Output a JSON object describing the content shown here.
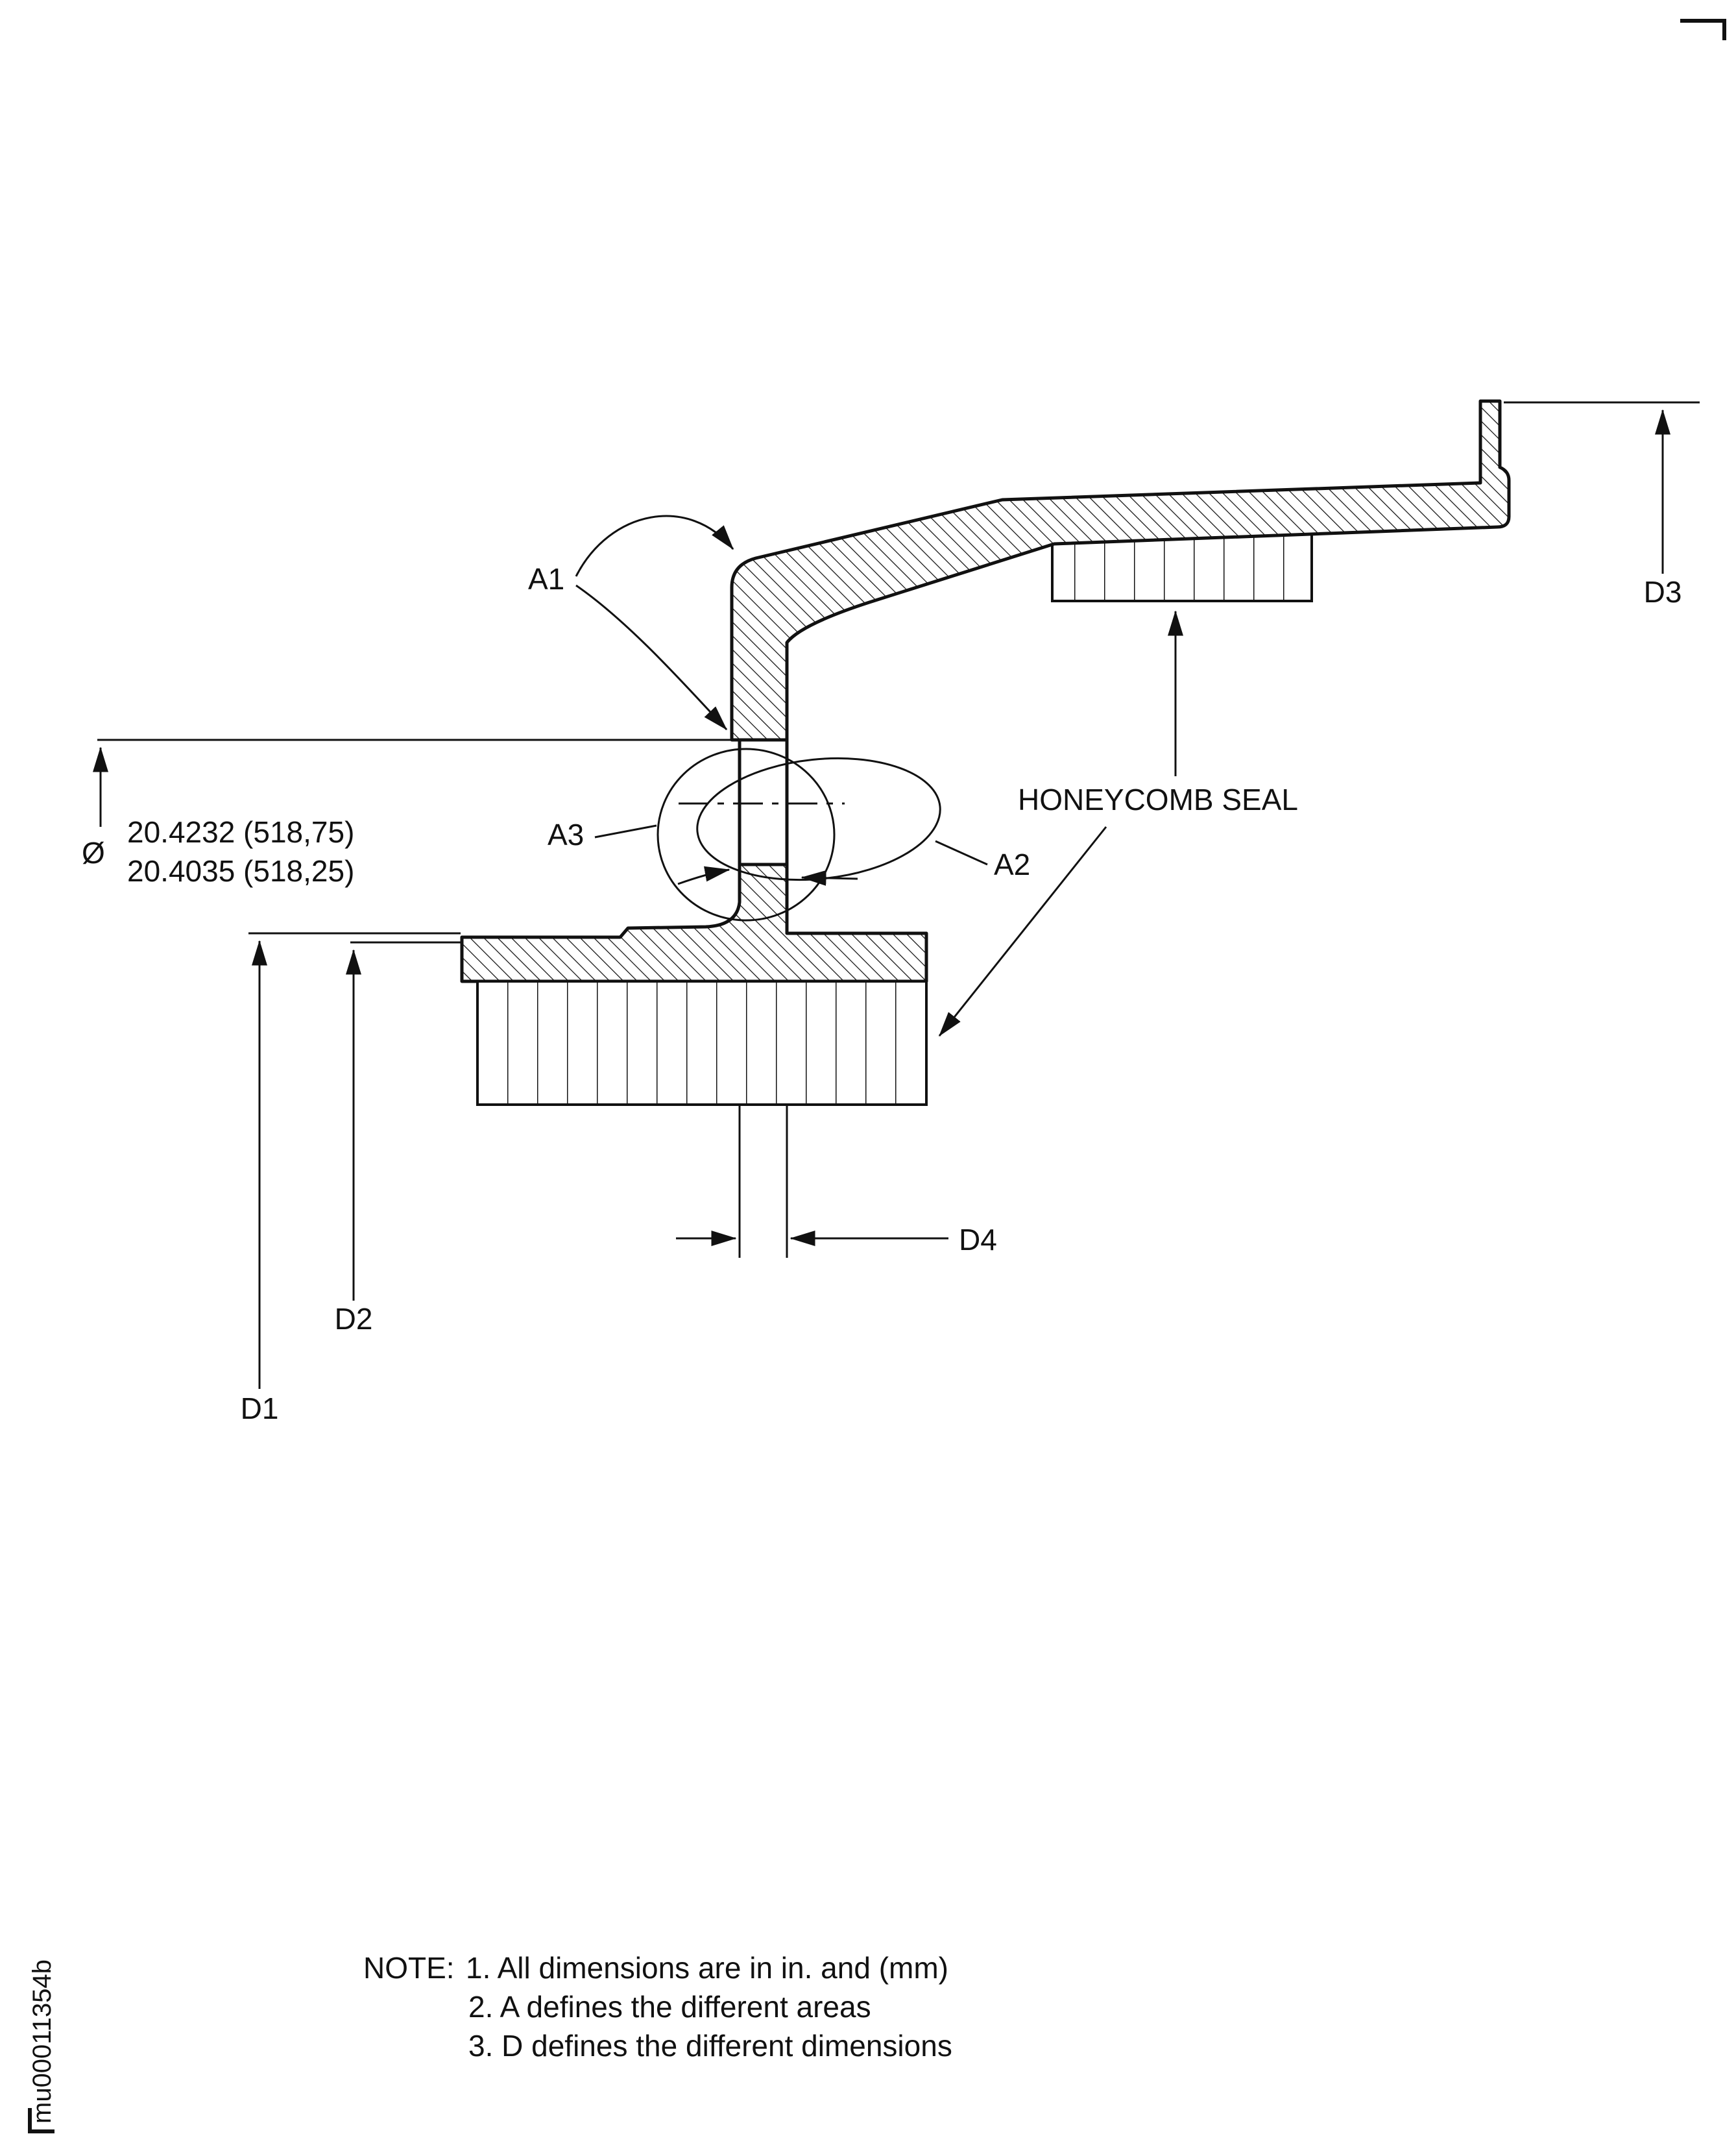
{
  "page": {
    "background": "#ffffff",
    "ink": "#111111"
  },
  "labels": {
    "a1": "A1",
    "a2": "A2",
    "a3": "A3",
    "d1": "D1",
    "d2": "D2",
    "d3": "D3",
    "d4": "D4",
    "honeycomb_seal": "HONEYCOMB SEAL",
    "diameter_symbol": "Ø",
    "diameter_upper": "20.4232 (518,75)",
    "diameter_lower": "20.4035 (518,25)"
  },
  "notes": {
    "heading": "NOTE:",
    "items": [
      "1. All dimensions are in in. and (mm)",
      "2. A defines the different areas",
      "3. D defines the different dimensions"
    ]
  },
  "doc_code": "mu00011354b"
}
